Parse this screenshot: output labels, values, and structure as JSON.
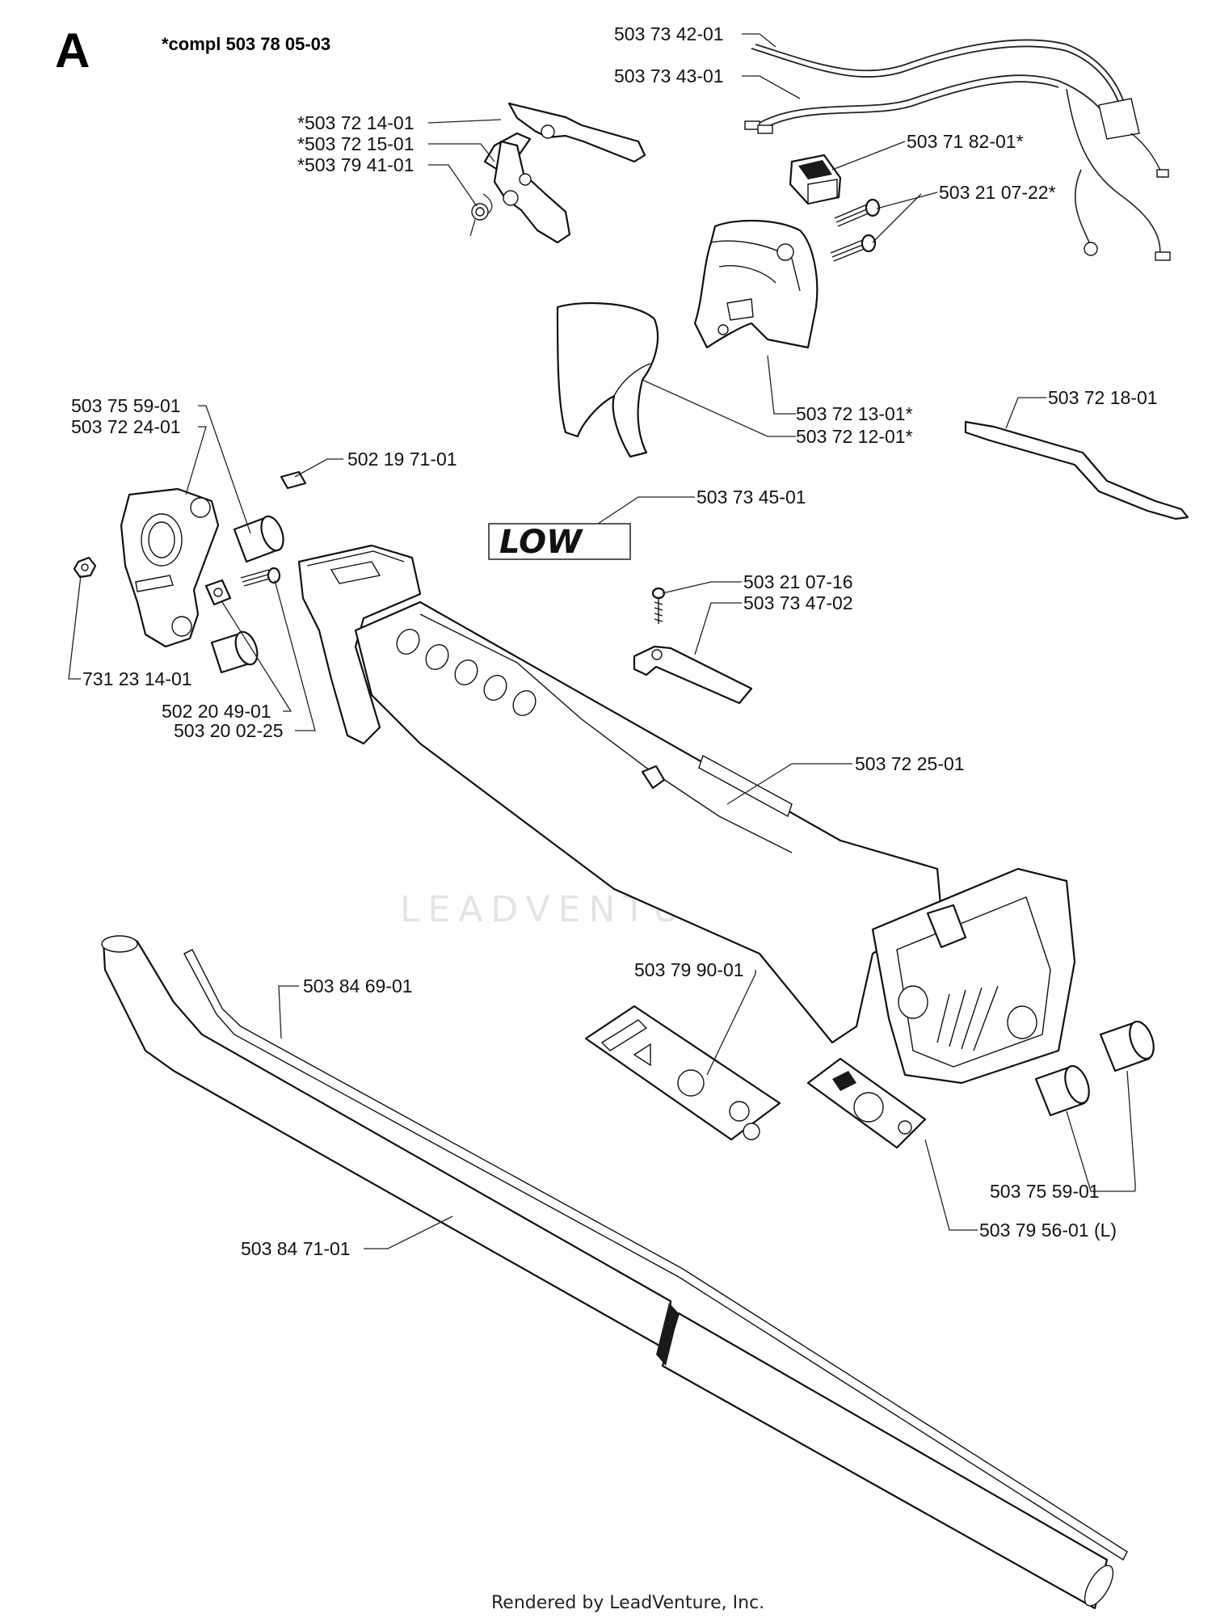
{
  "header": {
    "section_letter": "A",
    "assembly": "*compl 503 78 05-03"
  },
  "watermark": "LEADVENTURE",
  "decal_text": "LOW",
  "footer": "Rendered by LeadVenture, Inc.",
  "labels": [
    "503 73 42-01",
    "503 73 43-01",
    "*503 72 14-01",
    "*503 72 15-01",
    "*503 79 41-01",
    "503 71 82-01*",
    "503 21 07-22*",
    "503 72 13-01*",
    "503 72 12-01*",
    "503 72 18-01",
    "503 75 59-01",
    "503 72 24-01",
    "502 19 71-01",
    "503 73 45-01",
    "503 21 07-16",
    "503 73 47-02",
    "731 23 14-01",
    "502 20 49-01",
    "503 20 02-25",
    "503 72 25-01",
    "503 84 69-01",
    "503 79 90-01",
    "503 75 59-01",
    "503 79 56-01 (L)",
    "503 84 71-01"
  ]
}
